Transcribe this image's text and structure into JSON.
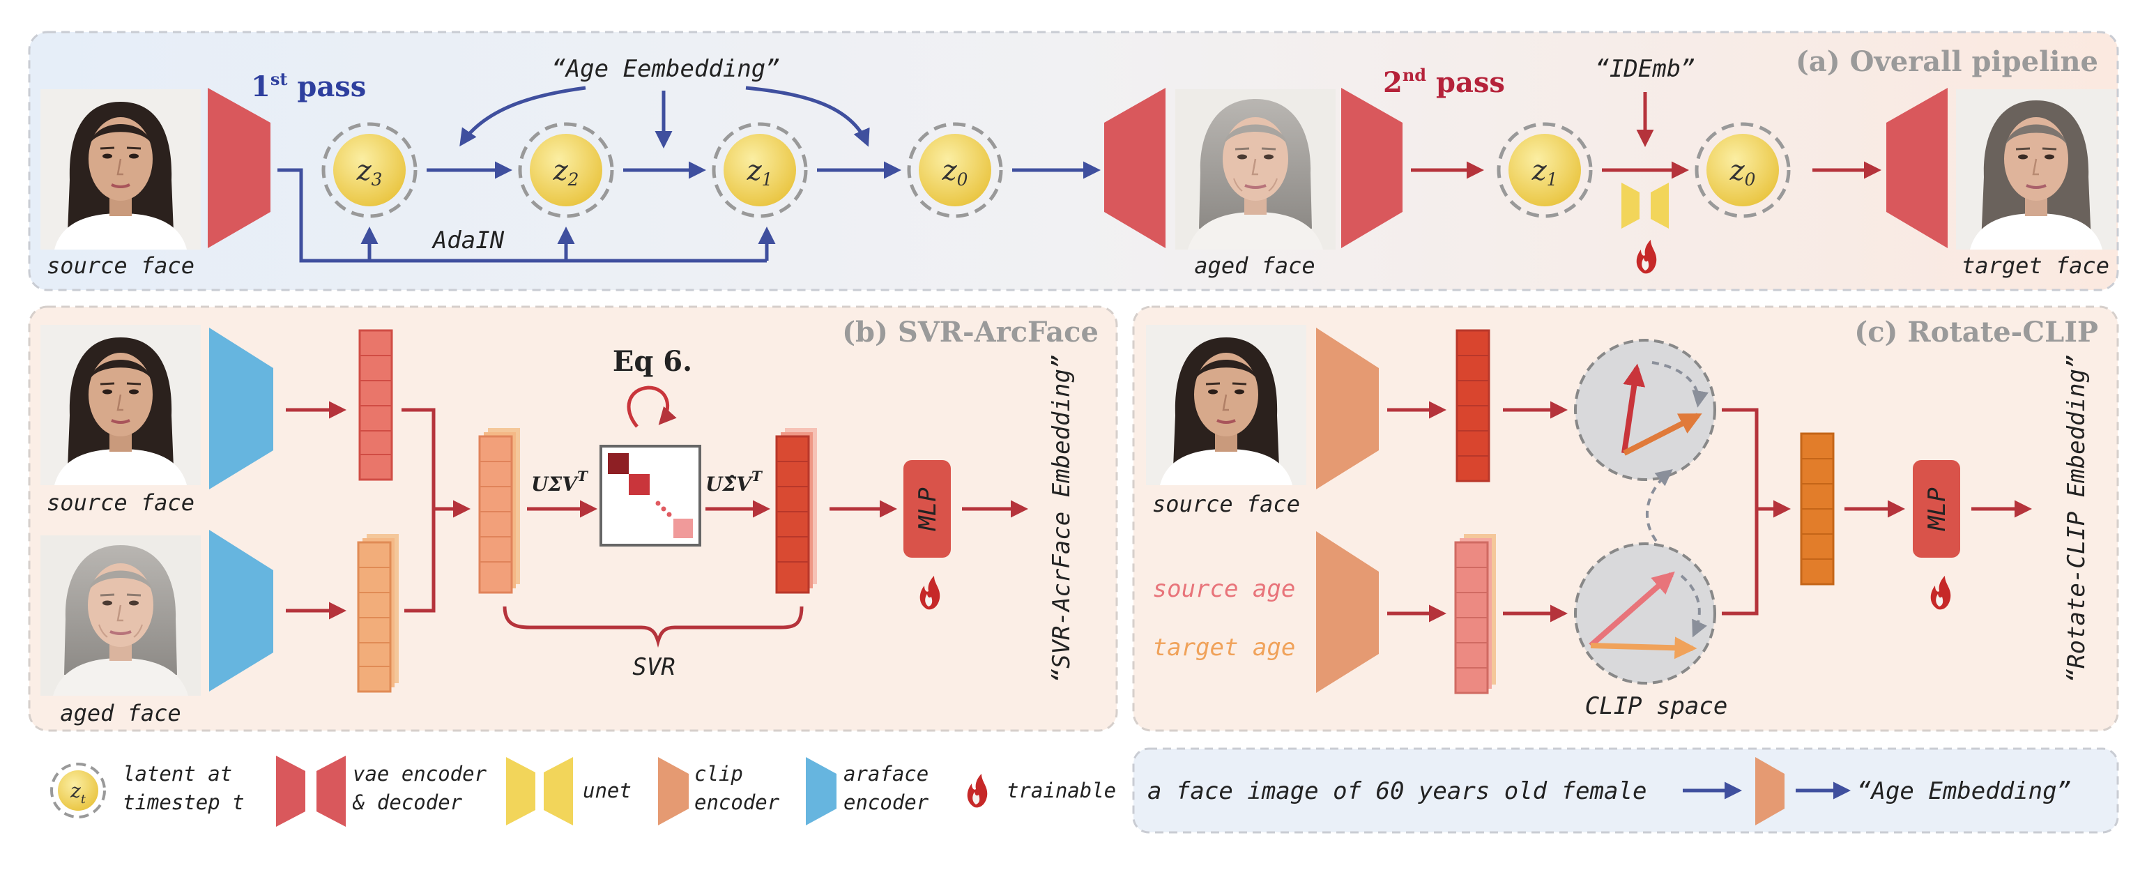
{
  "colors": {
    "blue_arrow": "#3f4f9e",
    "red_arrow": "#b5333b",
    "vae": "#d9585c",
    "unet": "#f2d55a",
    "clip": "#e59a72",
    "arcface": "#66b5df",
    "latent_fill": "#f4d35e",
    "orange_vec": "#e07a3a",
    "red_vec": "#c9353b",
    "header_grey": "#9a9a9a",
    "first_pass": "#2e3f9e",
    "second_pass": "#b5223a",
    "source_age": "#e8747a",
    "target_age": "#f0a25a"
  },
  "panel_a": {
    "title": "(a) Overall pipeline",
    "first_pass": "1st pass",
    "second_pass": "2nd pass",
    "age_embedding": "“Age Eembedding”",
    "idemb": "“IDEmb”",
    "adain": "AdaIN",
    "latents_first": [
      "z3",
      "z2",
      "z1",
      "z0"
    ],
    "latents_second": [
      "z1",
      "z0"
    ],
    "source_face": "source face",
    "aged_face": "aged face",
    "target_face": "target face"
  },
  "panel_b": {
    "title": "(b) SVR-ArcFace",
    "source_face": "source face",
    "aged_face": "aged face",
    "eq": "Eq 6.",
    "usv": "UΣV",
    "usv_hat": "UΣ̂V",
    "sup_t": "T",
    "svr": "SVR",
    "mlp": "MLP",
    "output": "“SVR-AcrFace Embedding”"
  },
  "panel_c": {
    "title": "(c) Rotate-CLIP",
    "source_face": "source face",
    "source_age": "source age",
    "target_age": "target age",
    "clip_space": "CLIP space",
    "mlp": "MLP",
    "output": "“Rotate-CLIP Embedding”"
  },
  "legend": {
    "latent_symbol": "zt",
    "latent": "latent at timestep t",
    "vae": "vae encoder & decoder",
    "unet": "unet",
    "clip": "clip encoder",
    "arcface": "araface encoder",
    "trainable": "trainable"
  },
  "example": {
    "prompt": "a face image of 60 years old female",
    "output": "“Age Embedding”"
  }
}
